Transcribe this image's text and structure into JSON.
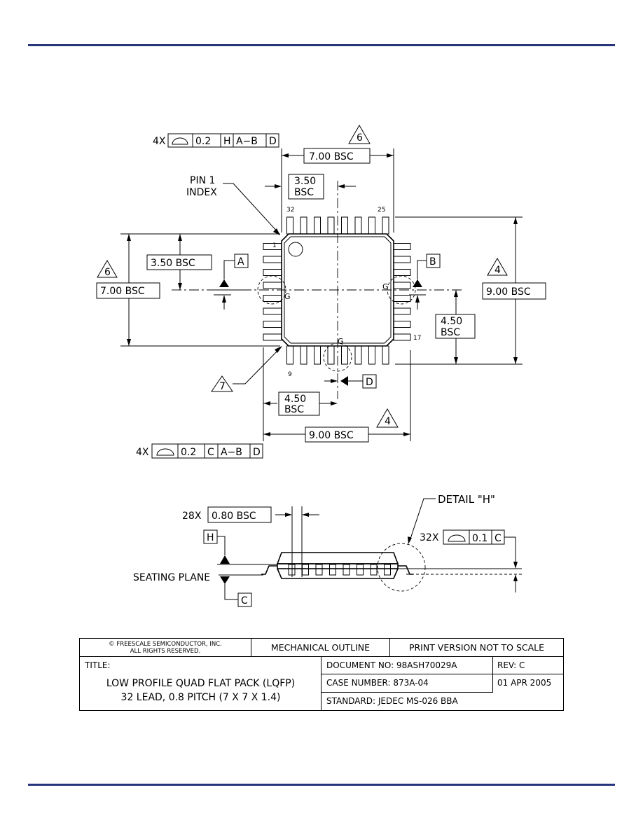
{
  "drawing": {
    "top_view": {
      "pin_labels": [
        "1",
        "9",
        "17",
        "25",
        "32"
      ],
      "datum_labels": [
        "A",
        "B",
        "D"
      ],
      "detail_markers": [
        "G",
        "G",
        "G"
      ],
      "pin_index": "PIN 1\nINDEX",
      "fcf_top": [
        "4X",
        "0.2",
        "H",
        "A−B",
        "D"
      ],
      "fcf_bottom": [
        "4X",
        "0.2",
        "C",
        "A−B",
        "D"
      ],
      "dims": {
        "top_width": "7.00 BSC",
        "top_half": "3.50\nBSC",
        "left_half": "3.50  BSC",
        "left_width": "7.00  BSC",
        "right_total": "9.00  BSC",
        "right_half": "4.50\nBSC",
        "bottom_half": "4.50\nBSC",
        "bottom_total": "9.00  BSC"
      },
      "note_triangles": [
        "6",
        "6",
        "4",
        "4",
        "7"
      ]
    },
    "side_view": {
      "pitch_prefix": "28X",
      "pitch": "0.80  BSC",
      "detail": "DETAIL \"H\"",
      "fcf_coplanarity": [
        "32X",
        "0.1",
        "C"
      ],
      "datum_h": "H",
      "datum_c": "C",
      "seating_plane": "SEATING PLANE"
    }
  },
  "title_block": {
    "copyright_line1": "© FREESCALE SEMICONDUCTOR, INC.",
    "copyright_line2": "ALL RIGHTS RESERVED.",
    "mechanical_outline": "MECHANICAL OUTLINE",
    "print_version": "PRINT VERSION NOT TO SCALE",
    "title_label": "TITLE:",
    "title_line1": "LOW PROFILE QUAD FLAT PACK (LQFP)",
    "title_line2": "32 LEAD, 0.8 PITCH (7 X 7 X 1.4)",
    "document_no": "DOCUMENT NO: 98ASH70029A",
    "rev": "REV: C",
    "case_number": "CASE NUMBER: 873A-04",
    "date": "01 APR 2005",
    "standard": "STANDARD: JEDEC MS-026 BBA"
  },
  "colors": {
    "rule": "#27357d"
  }
}
